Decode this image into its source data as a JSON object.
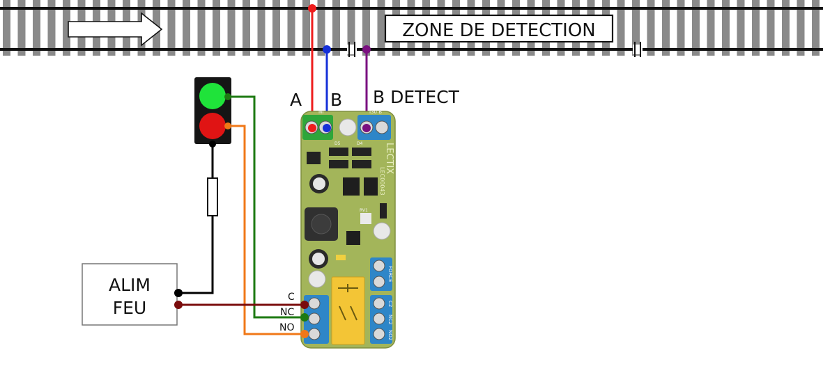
{
  "track": {
    "zone_label": "ZONE DE DETECTION",
    "rail_color": "#111111",
    "sleeper_color": "#8a8a8a"
  },
  "labels": {
    "a": "A",
    "b": "B",
    "b_detect": "B DETECT",
    "alim_line1": "ALIM",
    "alim_line2": "FEU",
    "c": "C",
    "nc": "NC",
    "no": "NO"
  },
  "wires": {
    "a": "#ee1c1c",
    "b": "#1530d8",
    "detect": "#7a1080",
    "green": "#1d7a12",
    "orange": "#f07818",
    "black": "#000000",
    "common": "#7a0c0c"
  },
  "signal": {
    "green_lamp": "#1fe33a",
    "red_lamp": "#e01414",
    "body": "#151515"
  },
  "board": {
    "brand": "LECTIX",
    "model": "LEC00043",
    "pcb_color": "#a3b55a",
    "terminal_color": "#2e86c8",
    "relay_color": "#f3c536",
    "silk": {
      "ni": "NI",
      "i30b": "I30 B",
      "d5": "D5",
      "d4": "D4",
      "rv1": "RV1",
      "force": "FORCE",
      "c2": "C2",
      "nc2": "NC2",
      "no2": "NO2"
    }
  }
}
